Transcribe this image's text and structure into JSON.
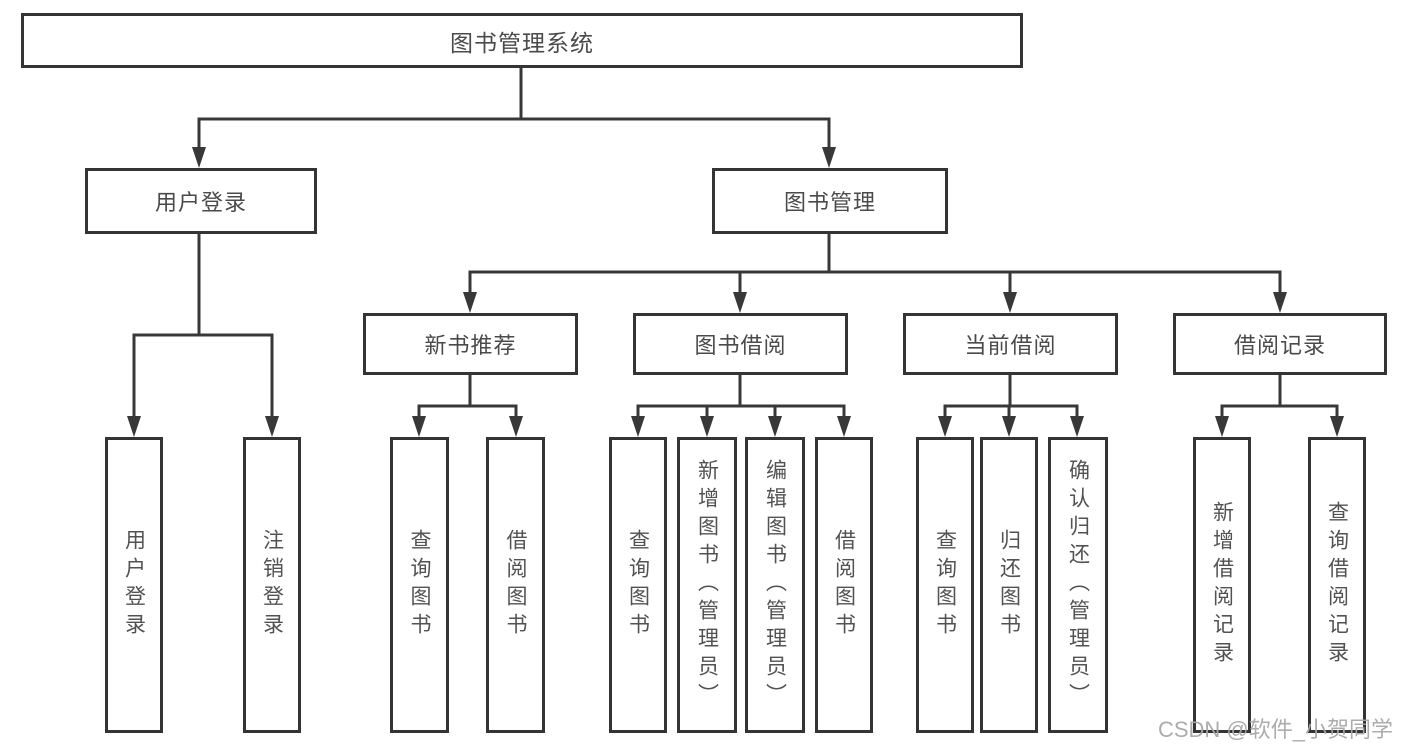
{
  "diagram": {
    "root_label": "图书管理系统",
    "branches": [
      {
        "label": "用户登录",
        "children": [
          {
            "label": "用户登录"
          },
          {
            "label": "注销登录"
          }
        ]
      },
      {
        "label": "图书管理",
        "groups": [
          {
            "label": "新书推荐",
            "children": [
              {
                "label": "查询图书"
              },
              {
                "label": "借阅图书"
              }
            ]
          },
          {
            "label": "图书借阅",
            "children": [
              {
                "label": "查询图书"
              },
              {
                "label": "新增图书（管理员）"
              },
              {
                "label": "编辑图书（管理员）"
              },
              {
                "label": "借阅图书"
              }
            ]
          },
          {
            "label": "当前借阅",
            "children": [
              {
                "label": "查询图书"
              },
              {
                "label": "归还图书"
              },
              {
                "label": "确认归还（管理员）"
              }
            ]
          },
          {
            "label": "借阅记录",
            "children": [
              {
                "label": "新增借阅记录"
              },
              {
                "label": "查询借阅记录"
              }
            ]
          }
        ]
      }
    ]
  },
  "watermark": {
    "text": "CSDN @软件_小贺同学"
  },
  "colors": {
    "line": "#383838",
    "box_border": "#343434",
    "text": "#4a4a4a",
    "watermark": "#a8a8a8",
    "background": "#ffffff"
  }
}
